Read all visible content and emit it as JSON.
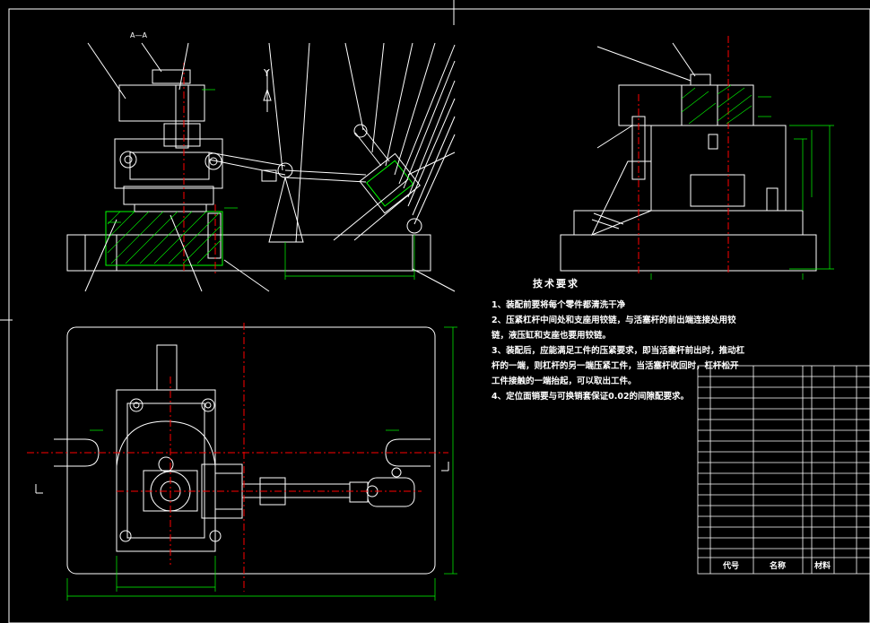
{
  "drawing": {
    "section_label": "A—A",
    "view_arrow_label": "Y",
    "colors": {
      "background": "#000000",
      "outline": "#ffffff",
      "dimension": "#00ff00",
      "hatch": "#00ff00",
      "center_line": "#ff0000",
      "leader": "#ffffff"
    }
  },
  "technical_requirements": {
    "title": "技术要求",
    "items": [
      "1、装配前要将每个零件都清洗干净",
      "2、压紧杠杆中间处和支座用铰链，与活塞杆的前出端连接处用铰",
      "链，液压缸和支座也要用铰链。",
      "3、装配后，应能满足工件的压紧要求，即当活塞杆前出时，推动杠",
      "杆的一端，则杠杆的另一端压紧工件，当活塞杆收回时，杠杆松开",
      "工件接触的一端抬起，可以取出工件。",
      "4、定位面销要与可换销套保证0.02的间隙配要求。"
    ]
  },
  "bom": {
    "headers": {
      "code": "代号",
      "name": "名称",
      "material": "材料"
    }
  }
}
